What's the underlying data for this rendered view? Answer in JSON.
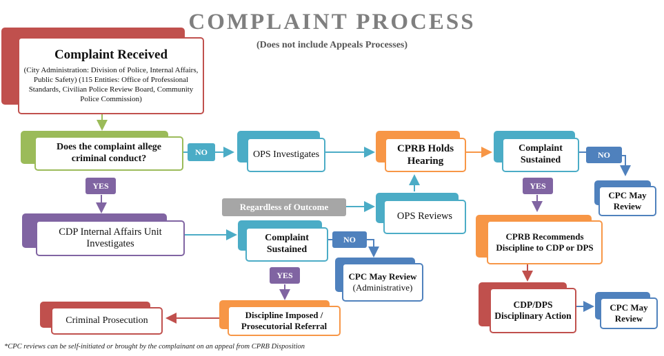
{
  "header": {
    "title": "COMPLAINT PROCESS",
    "subtitle": "(Does not include Appeals Processes)"
  },
  "nodes": {
    "complaint_received": {
      "title": "Complaint Received",
      "detail": "(City Administration: Division of Police, Internal Affairs, Public Safety) (115 Entities: Office of Professional Standards, Civilian Police Review Board, Community Police Commission)"
    },
    "criminal_question": {
      "label": "Does the complaint allege criminal conduct?"
    },
    "ops_investigates": {
      "label": "OPS Investigates"
    },
    "cprb_hearing": {
      "label": "CPRB Holds Hearing"
    },
    "complaint_sustained_right": {
      "label": "Complaint Sustained"
    },
    "cpc_review_right": {
      "label": "CPC May Review"
    },
    "cdp_ia": {
      "label": "CDP Internal Affairs Unit Investigates"
    },
    "regardless": {
      "label": "Regardless of Outcome"
    },
    "ops_reviews": {
      "label": "OPS Reviews"
    },
    "complaint_sustained_mid": {
      "label": "Complaint Sustained"
    },
    "cpc_review_admin": {
      "label": "CPC May Review",
      "sub": "(Administrative)"
    },
    "cprb_recommends": {
      "label": "CPRB Recommends Discipline to CDP or DPS"
    },
    "criminal_prosecution": {
      "label": "Criminal Prosecution"
    },
    "discipline_imposed": {
      "label": "Discipline Imposed / Prosecutorial Referral"
    },
    "cdp_dps_action": {
      "label": "CDP/DPS Disciplinary Action"
    },
    "cpc_review_bottom": {
      "label": "CPC May Review"
    }
  },
  "tags": {
    "no_1": "NO",
    "yes_1": "YES",
    "no_2": "NO",
    "yes_2": "YES",
    "no_3": "NO",
    "yes_3": "YES"
  },
  "footnote": "*CPC reviews can be self-initiated or brought by the complainant on an appeal from CPRB Disposition",
  "colors": {
    "red": "#c0504d",
    "green": "#9bbb59",
    "teal": "#4bacc6",
    "orange": "#f79646",
    "purple": "#8064a2",
    "blue": "#4f81bd",
    "gray": "#a6a6a6"
  }
}
